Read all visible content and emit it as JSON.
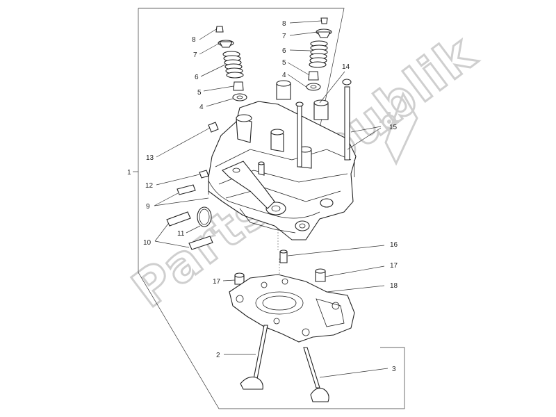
{
  "watermark": {
    "text": "PartsRepublik"
  },
  "callouts": [
    {
      "id": "c1",
      "text": "1"
    },
    {
      "id": "c2",
      "text": "2"
    },
    {
      "id": "c3",
      "text": "3"
    },
    {
      "id": "c4a",
      "text": "4"
    },
    {
      "id": "c4b",
      "text": "4"
    },
    {
      "id": "c5a",
      "text": "5"
    },
    {
      "id": "c5b",
      "text": "5"
    },
    {
      "id": "c6a",
      "text": "6"
    },
    {
      "id": "c6b",
      "text": "6"
    },
    {
      "id": "c7a",
      "text": "7"
    },
    {
      "id": "c7b",
      "text": "7"
    },
    {
      "id": "c8a",
      "text": "8"
    },
    {
      "id": "c8b",
      "text": "8"
    },
    {
      "id": "c9",
      "text": "9"
    },
    {
      "id": "c10",
      "text": "10"
    },
    {
      "id": "c11",
      "text": "11"
    },
    {
      "id": "c12",
      "text": "12"
    },
    {
      "id": "c13",
      "text": "13"
    },
    {
      "id": "c14",
      "text": "14"
    },
    {
      "id": "c15",
      "text": "15"
    },
    {
      "id": "c16",
      "text": "16"
    },
    {
      "id": "c17a",
      "text": "17"
    },
    {
      "id": "c17b",
      "text": "17"
    },
    {
      "id": "c18",
      "text": "18"
    }
  ]
}
